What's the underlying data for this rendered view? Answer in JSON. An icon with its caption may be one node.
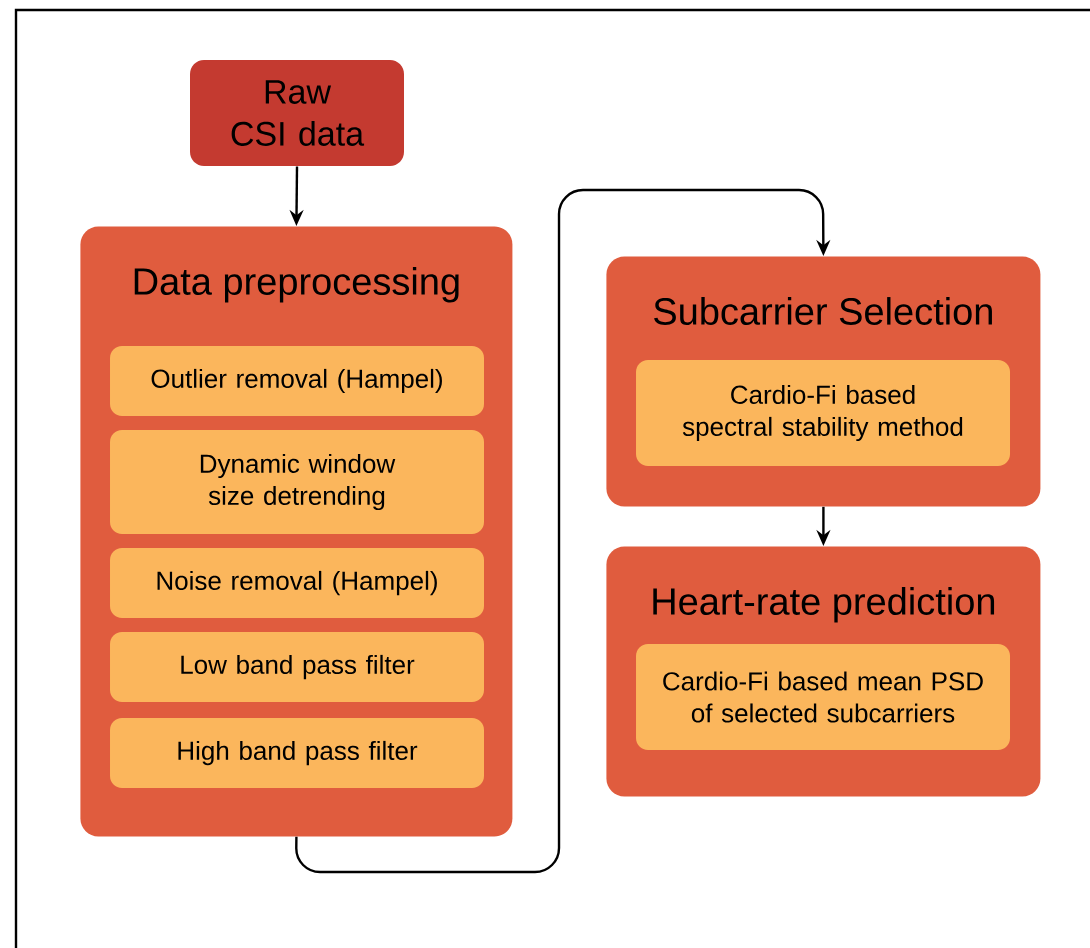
{
  "diagram": {
    "nodes": [
      {
        "text": [
          "Raw CSI data"
        ]
      },
      {
        "text": [
          "Data preprocessing"
        ]
      },
      {
        "text": [
          "Outlier removal (Hampel)"
        ],
        "in": 1
      },
      {
        "text": [
          "Dynamic window size detrending"
        ],
        "in": 1
      },
      {
        "text": [
          "Noise removal (Hampel)"
        ],
        "in": 1
      },
      {
        "text": [
          "Low band pass filter"
        ],
        "in": 1
      },
      {
        "text": [
          "High band pass filter"
        ],
        "in": 1
      },
      {
        "text": [
          "Subcarrier Selection"
        ]
      },
      {
        "text": [
          "Cardio-Fi based spectral stability method"
        ],
        "in": 7
      },
      {
        "text": [
          "Heart-rate prediction"
        ]
      },
      {
        "text": [
          "Cardio-Fi based mean PSD of selected subcarriers"
        ],
        "in": 9
      }
    ],
    "edges": [
      {
        "from": 0,
        "to": 1,
        "arrow": "to"
      },
      {
        "from": 1,
        "to": 7,
        "arrow": "to"
      },
      {
        "from": 7,
        "to": 9,
        "arrow": "to"
      }
    ]
  }
}
